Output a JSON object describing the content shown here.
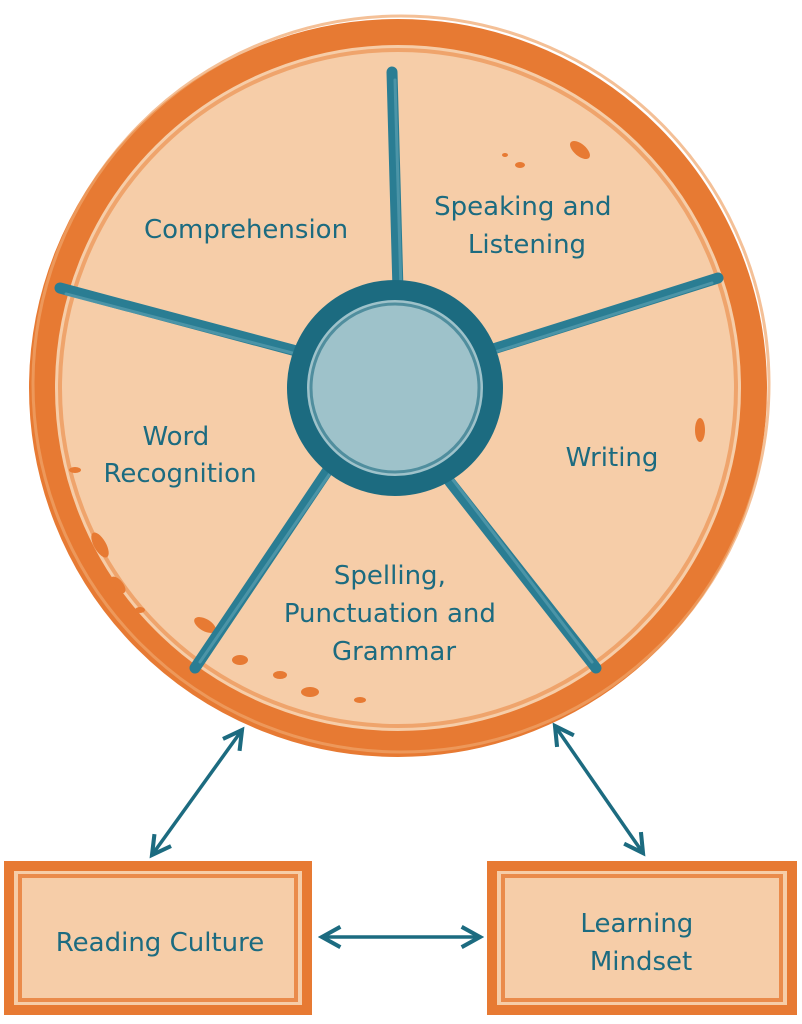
{
  "wheel": {
    "segments": [
      {
        "lines": [
          "Comprehension"
        ]
      },
      {
        "lines": [
          "Speaking and",
          "Listening"
        ]
      },
      {
        "lines": [
          "Writing"
        ]
      },
      {
        "lines": [
          "Spelling,",
          "Punctuation and",
          "Grammar"
        ]
      },
      {
        "lines": [
          "Word",
          "Recognition"
        ]
      }
    ]
  },
  "boxes": {
    "reading_culture": {
      "lines": [
        "Reading Culture"
      ]
    },
    "learning_mindset": {
      "lines": [
        "Learning",
        "Mindset"
      ]
    }
  },
  "colors": {
    "orange": "#e77a33",
    "peach": "#f6cda8",
    "teal": "#1c6b80",
    "hub_fill": "#9ec2ca",
    "text": "#1c6b80"
  }
}
